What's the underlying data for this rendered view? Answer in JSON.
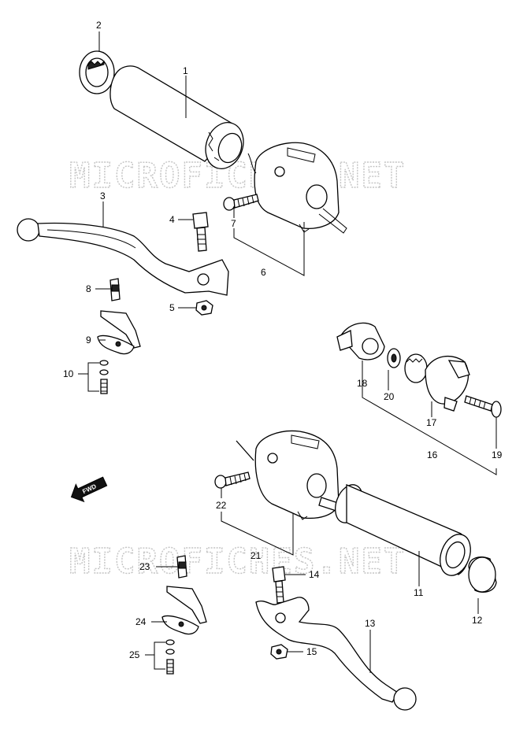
{
  "watermark": "MICROFICHES.NET",
  "fwd_label": "FWD",
  "callouts": {
    "c1": "1",
    "c2": "2",
    "c3": "3",
    "c4": "4",
    "c5": "5",
    "c6": "6",
    "c7": "7",
    "c8": "8",
    "c9": "9",
    "c10": "10",
    "c11": "11",
    "c12": "12",
    "c13": "13",
    "c14": "14",
    "c15": "15",
    "c16": "16",
    "c17": "17",
    "c18": "18",
    "c19": "19",
    "c20": "20",
    "c21": "21",
    "c22": "22",
    "c23": "23",
    "c24": "24",
    "c25": "25"
  }
}
